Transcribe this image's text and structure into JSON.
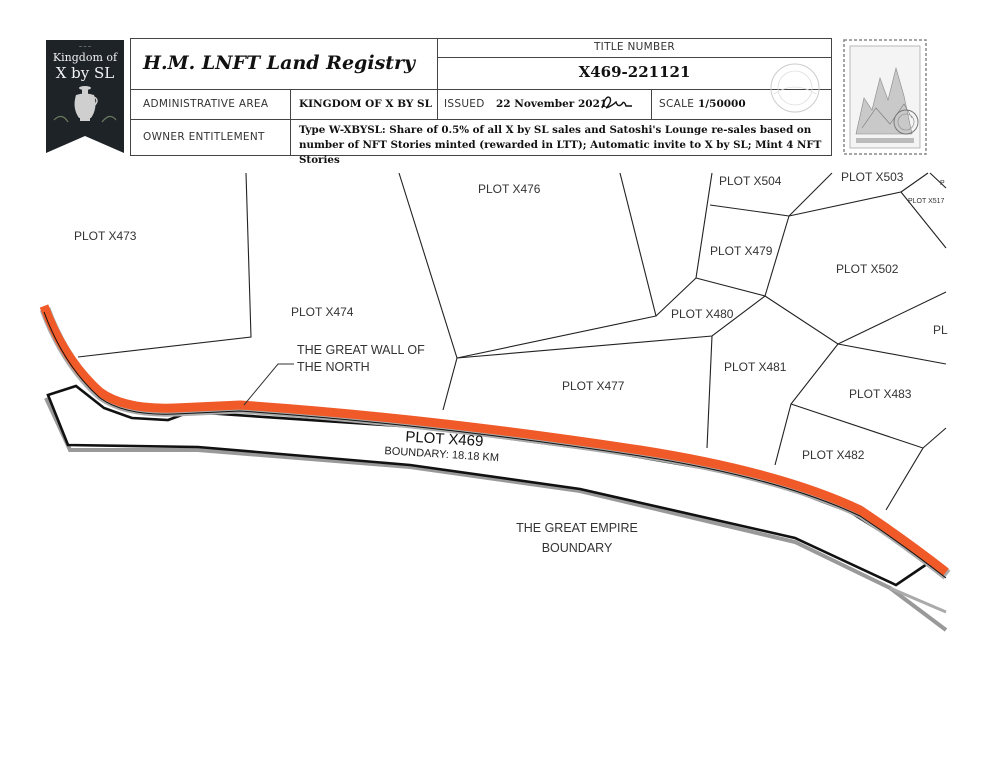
{
  "registry": {
    "title": "H.M. LNFT Land Registry",
    "title_number_label": "TITLE NUMBER",
    "title_number": "X469-221121",
    "admin_area_label": "ADMINISTRATIVE AREA",
    "admin_area": "KINGDOM OF X BY SL",
    "issued_label": "ISSUED",
    "issued_date": "22 November 2021",
    "scale_label": "SCALE",
    "scale": "1/50000",
    "owner_label": "OWNER ENTITLEMENT",
    "owner_entitlement": "Type W-XBYSL: Share of 0.5% of all X by SL sales and Satoshi's Lounge re-sales based on number of NFT Stories minted (rewarded in LTT); Automatic invite to X by SL; Mint 4 NFT Stories"
  },
  "badge": {
    "top_text": "Kingdom of",
    "bottom_text": "X by SL"
  },
  "map": {
    "main_plot": "PLOT X469",
    "main_boundary": "BOUNDARY: 18.18 KM",
    "wall_line1": "THE GREAT WALL OF",
    "wall_line2": "THE NORTH",
    "empire_line1": "THE GREAT EMPIRE",
    "empire_line2": "BOUNDARY",
    "plots": {
      "x473": "PLOT X473",
      "x474": "PLOT X474",
      "x476": "PLOT X476",
      "x504": "PLOT X504",
      "x503": "PLOT X503",
      "x517": "PLOT X517",
      "x479": "PLOT X479",
      "x502": "PLOT X502",
      "x480": "PLOT X480",
      "x477": "PLOT X477",
      "x481": "PLOT X481",
      "x483": "PLOT X483",
      "x482": "PLOT X482",
      "partial_p": "PL",
      "partial_p2": "P"
    }
  },
  "colors": {
    "wall_orange": "#f05a28",
    "border": "#444444",
    "badge_bg": "#1e2328"
  }
}
